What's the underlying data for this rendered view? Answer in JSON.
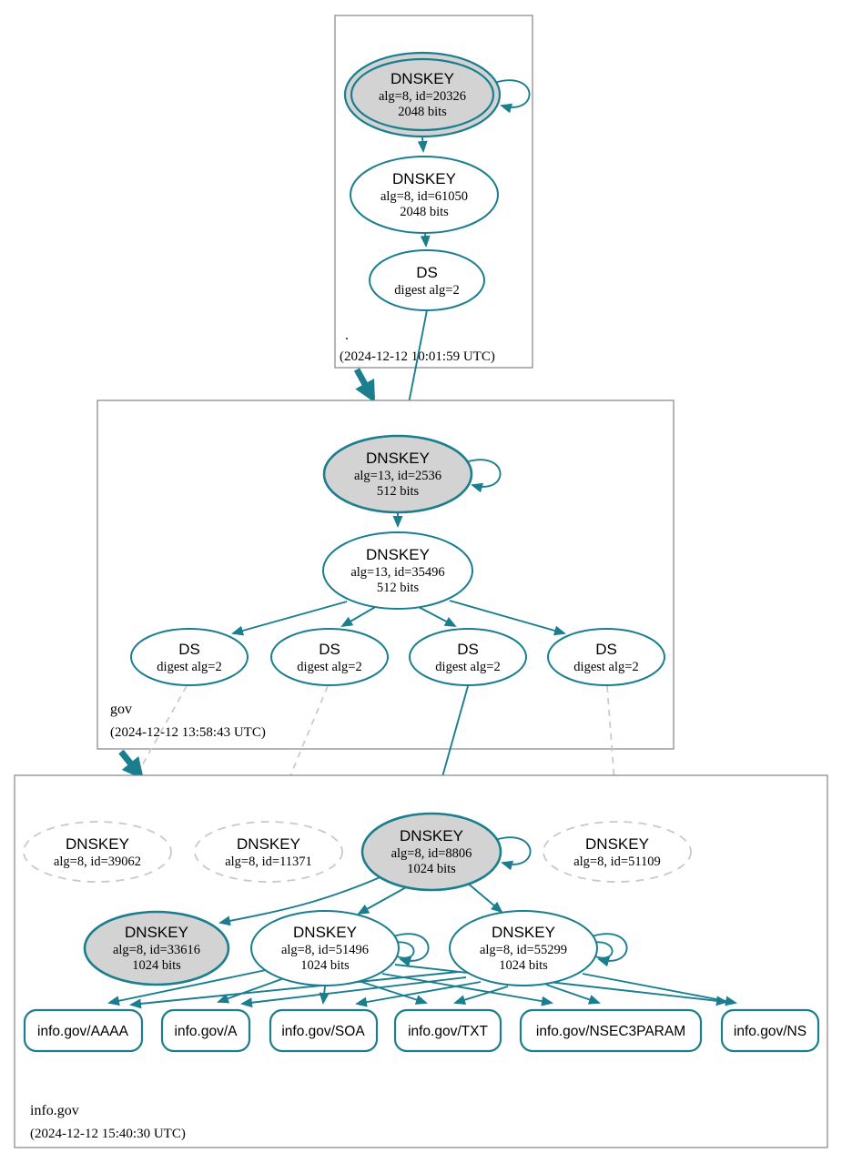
{
  "colors": {
    "edge_teal": "#1a7e8f",
    "secure_fill": "#d3d3d3",
    "dashed_gray": "#c9c9c9",
    "zone_border": "#848484"
  },
  "root_zone": {
    "label": ".",
    "timestamp": "(2024-12-12 10:01:59 UTC)",
    "ksk": {
      "title": "DNSKEY",
      "alg": "alg=8, id=20326",
      "bits": "2048 bits"
    },
    "zsk": {
      "title": "DNSKEY",
      "alg": "alg=8, id=61050",
      "bits": "2048 bits"
    },
    "ds": {
      "title": "DS",
      "alg": "digest alg=2"
    }
  },
  "gov_zone": {
    "label": "gov",
    "timestamp": "(2024-12-12 13:58:43 UTC)",
    "ksk": {
      "title": "DNSKEY",
      "alg": "alg=13, id=2536",
      "bits": "512 bits"
    },
    "zsk": {
      "title": "DNSKEY",
      "alg": "alg=13, id=35496",
      "bits": "512 bits"
    },
    "ds_nodes": [
      {
        "title": "DS",
        "alg": "digest alg=2"
      },
      {
        "title": "DS",
        "alg": "digest alg=2"
      },
      {
        "title": "DS",
        "alg": "digest alg=2"
      },
      {
        "title": "DS",
        "alg": "digest alg=2"
      }
    ]
  },
  "infogov_zone": {
    "label": "info.gov",
    "timestamp": "(2024-12-12 15:40:30 UTC)",
    "keys": {
      "k39062": {
        "title": "DNSKEY",
        "alg": "alg=8, id=39062"
      },
      "k11371": {
        "title": "DNSKEY",
        "alg": "alg=8, id=11371"
      },
      "k8806": {
        "title": "DNSKEY",
        "alg": "alg=8, id=8806",
        "bits": "1024 bits"
      },
      "k51109": {
        "title": "DNSKEY",
        "alg": "alg=8, id=51109"
      },
      "k33616": {
        "title": "DNSKEY",
        "alg": "alg=8, id=33616",
        "bits": "1024 bits"
      },
      "k51496": {
        "title": "DNSKEY",
        "alg": "alg=8, id=51496",
        "bits": "1024 bits"
      },
      "k55299": {
        "title": "DNSKEY",
        "alg": "alg=8, id=55299",
        "bits": "1024 bits"
      }
    },
    "records": {
      "aaaa": "info.gov/AAAA",
      "a": "info.gov/A",
      "soa": "info.gov/SOA",
      "txt": "info.gov/TXT",
      "nsec3param": "info.gov/NSEC3PARAM",
      "ns": "info.gov/NS"
    }
  }
}
